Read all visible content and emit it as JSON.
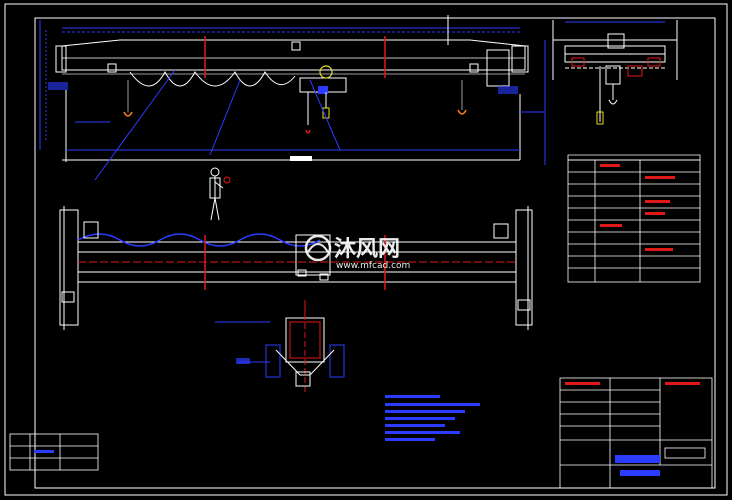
{
  "drawing": {
    "background": "#000000",
    "colors": {
      "frame": "#ffffff",
      "dim_blue": "#2b3cff",
      "red": "#e01818",
      "cyan": "#28d6e6",
      "yellow": "#e8e020",
      "magenta": "#e020e0",
      "green": "#30e030",
      "orange": "#ff7a1a",
      "grey": "#9a9a9a"
    },
    "views": [
      "front-elevation",
      "side-elevation",
      "top-plan",
      "girder-cross-section",
      "parameter-table",
      "title-block",
      "revision-table",
      "technical-notes"
    ]
  },
  "watermark": {
    "text_cn": "沐风网",
    "url": "www.mfcad.com",
    "color": "#ffffff"
  }
}
